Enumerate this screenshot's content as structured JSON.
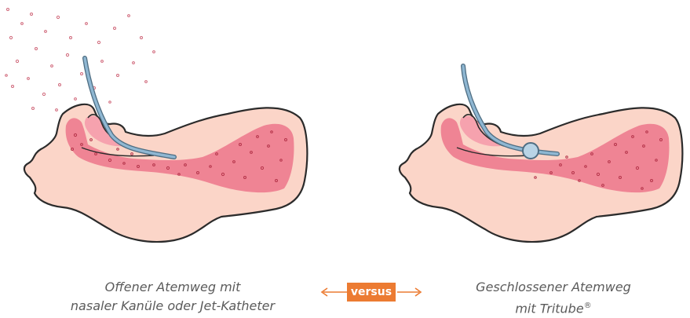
{
  "left": {
    "caption_line1": "Offener Atemweg mit",
    "caption_line2": "nasaler Kanüle oder Jet-Katheter"
  },
  "right": {
    "caption_line1": "Geschlossener Atemweg",
    "caption_line2": "mit Tritube",
    "caption_mark": "®"
  },
  "versus": {
    "label": "versus"
  },
  "colors": {
    "skin": "#fbd5c8",
    "skin_outline": "#2b2b2b",
    "airway": "#ef8494",
    "airway_light": "#f6a2ae",
    "tube": "#8fb7d2",
    "dots": "#b5344a",
    "accent": "#ec7b32",
    "caption_text": "#5b5b5b"
  }
}
